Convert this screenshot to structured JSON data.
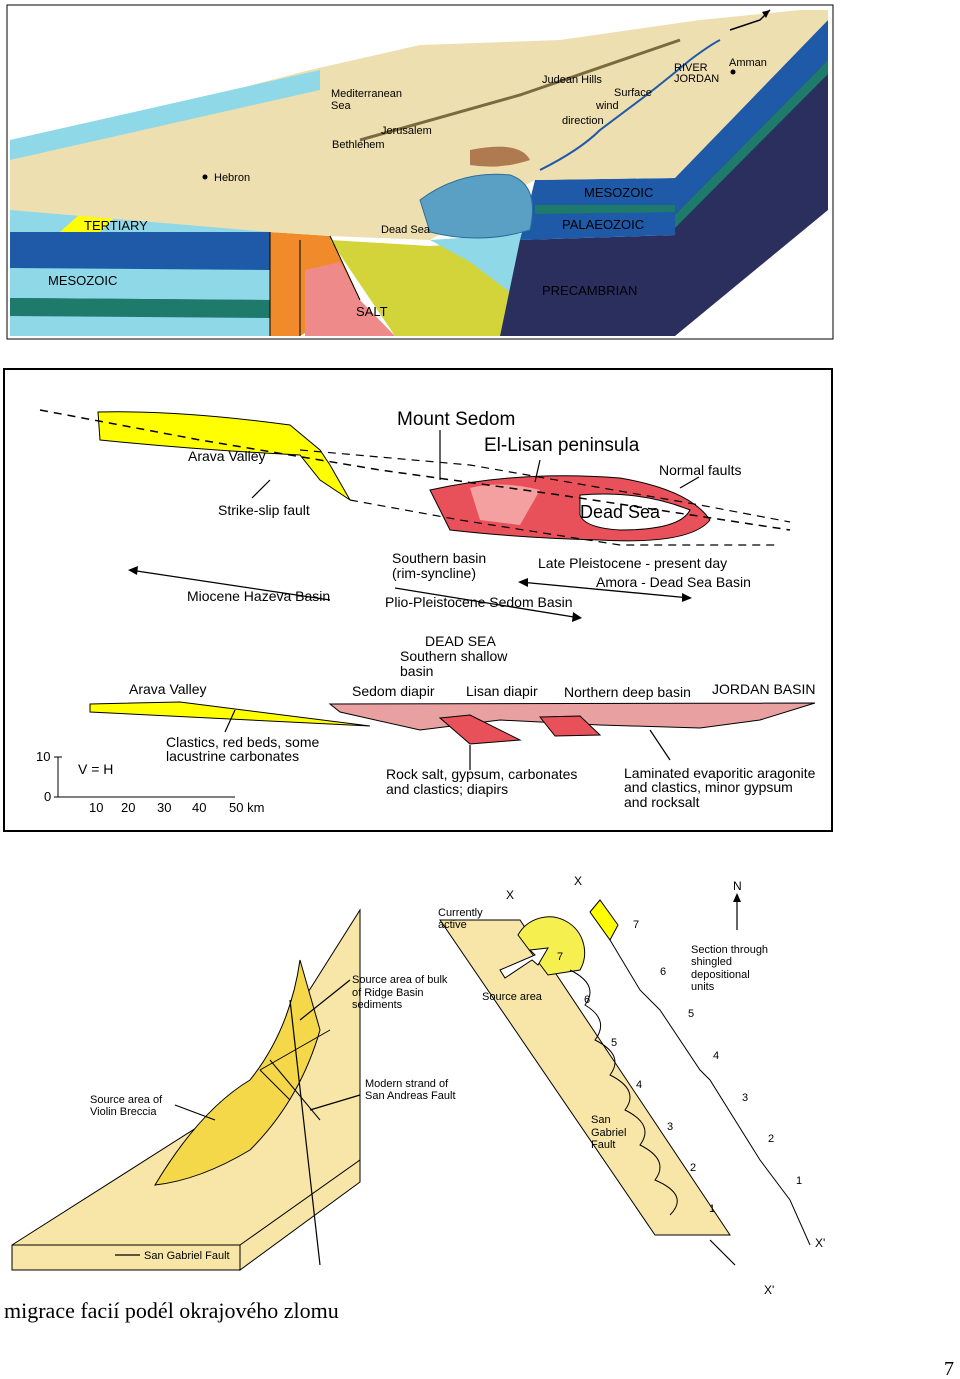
{
  "panel1": {
    "labels": {
      "mediterranean": [
        "Mediterranean",
        "Sea"
      ],
      "jerusalem": "Jerusalem",
      "bethlehem": "Bethlehem",
      "judean_hills": "Judean Hills",
      "surface_wind": [
        "Surface",
        "wind",
        "direction"
      ],
      "river_jordan": [
        "RIVER",
        "JORDAN"
      ],
      "amman": "Amman",
      "hebron": "Hebron",
      "tertiary": "TERTIARY",
      "dead_sea": "Dead Sea",
      "mesozoic_right": "MESOZOIC",
      "palaeozoic": "PALAEOZOIC",
      "mesozoic_left": "MESOZOIC",
      "precambrian": "PRECAMBRIAN",
      "salt": "SALT"
    }
  },
  "panel2": {
    "labels": {
      "mount_sedom": "Mount Sedom",
      "el_lisan": "El-Lisan peninsula",
      "arava_valley_top": "Arava Valley",
      "normal_faults": "Normal faults",
      "strike_slip": "Strike-slip fault",
      "dead_sea": "Dead Sea",
      "southern_basin": [
        "Southern basin",
        "(rim-syncline)"
      ],
      "late_pleistocene": "Late Pleistocene - present day",
      "amora": "Amora - Dead Sea Basin",
      "miocene": "Miocene Hazeva Basin",
      "plio": "Plio-Pleistocene Sedom Basin",
      "dead_sea_shallow": [
        "DEAD SEA",
        "Southern shallow",
        "basin"
      ],
      "arava_valley": "Arava Valley",
      "sedom_diapir": "Sedom diapir",
      "lisan_diapir": "Lisan diapir",
      "northern_deep": "Northern deep basin",
      "jordan_basin": "JORDAN BASIN",
      "clastics": [
        "Clastics, red beds, some",
        "lacustrine carbonates"
      ],
      "rock_salt": [
        "Rock salt, gypsum, carbonates",
        "and clastics; diapirs"
      ],
      "laminated": [
        "Laminated evaporitic aragonite",
        "and clastics, minor gypsum",
        "and rocksalt"
      ],
      "v_eq_h": "V = H",
      "y_ticks": [
        "10",
        "0"
      ],
      "x_ticks": [
        "10",
        "20",
        "30",
        "40",
        "50 km"
      ]
    }
  },
  "panel3": {
    "labels": {
      "currently_active": [
        "Currently",
        "active"
      ],
      "x_top_left": "X",
      "x_top_right": "X",
      "north": "N",
      "source_ridge": [
        "Source area of bulk",
        "of Ridge Basin",
        "sediments"
      ],
      "source_area": "Source area",
      "section_through": [
        "Section through",
        "shingled",
        "depositional",
        "units"
      ],
      "source_violin": [
        "Source area of",
        "Violin Breccia"
      ],
      "modern_strand": [
        "Modern strand of",
        "San Andreas Fault"
      ],
      "san_gabriel_fault_v": [
        "San",
        "Gabriel",
        "Fault"
      ],
      "san_gabriel_fault": "San Gabriel Fault",
      "x_prime_right": "X'",
      "x_prime_bottom": "X'",
      "left_units": [
        "7",
        "6",
        "5",
        "4",
        "3",
        "2",
        "1"
      ],
      "right_units": [
        "7",
        "6",
        "5",
        "4",
        "3",
        "2",
        "1"
      ]
    }
  },
  "caption": "migrace facií podél okrajového zlomu",
  "page_number": "7",
  "colors": {
    "sea_blue": "#1f5aa8",
    "light_blue": "#8fd8e8",
    "teal": "#1e7a6a",
    "navy": "#2b2f5e",
    "tan": "#eedfb0",
    "orange": "#f08a2a",
    "salt_pink": "#ee8a8a",
    "olive": "#d3d43a",
    "yellow": "#ffff00",
    "lisan_red": "#e8505a",
    "pale_yellow": "#f7e6a8",
    "gold": "#f5d84a"
  }
}
